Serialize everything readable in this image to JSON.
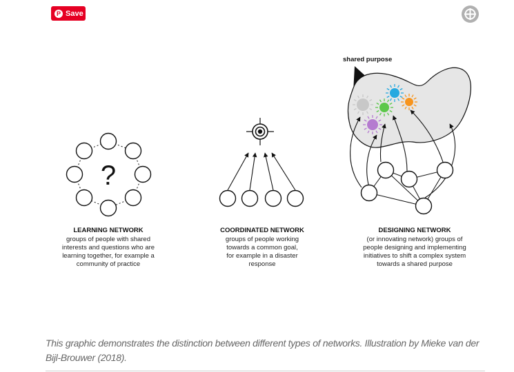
{
  "toolbar": {
    "save_label": "Save",
    "save_icon": "pinterest-icon",
    "save_color": "#e60023",
    "expand_icon": "expand-crosshair-icon"
  },
  "diagram": {
    "learning": {
      "title": "LEARNING NETWORK",
      "symbol": "?",
      "desc": [
        "groups of people with shared",
        "interests and questions who are",
        "learning together, for example a",
        "community of practice"
      ]
    },
    "coordinated": {
      "title": "COORDINATED NETWORK",
      "target_icon": "target-icon",
      "desc": [
        "groups of people working",
        "towards a common goal,",
        "for example in a disaster",
        "response"
      ]
    },
    "designing": {
      "title": "DESIGNING NETWORK",
      "purpose_label": "shared purpose",
      "desc": [
        "(or innovating network) groups of",
        "people designing and implementing",
        "initiatives to shift a complex system",
        "towards a shared purpose"
      ],
      "spark_colors": [
        "#c8c8c8",
        "#26a9e0",
        "#5cc84a",
        "#f7941d",
        "#b57bd0"
      ]
    }
  },
  "caption": "This graphic demonstrates the distinction between different types of networks. Illustration by Mieke van der Bijl-Brouwer (2018)."
}
